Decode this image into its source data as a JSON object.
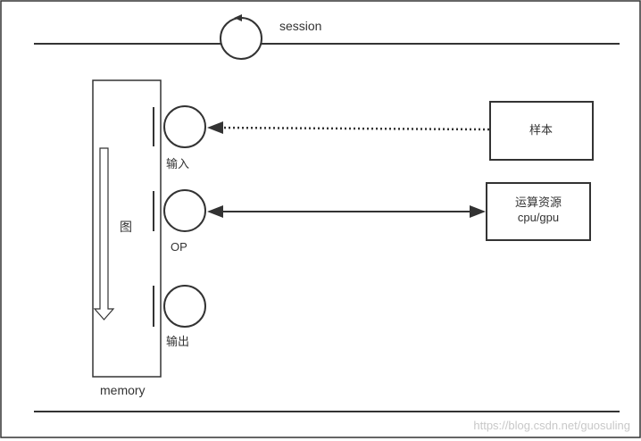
{
  "session_label": "session",
  "graph_label": "图",
  "memory_label": "memory",
  "nodes": {
    "input_label": "输入",
    "op_label": "OP",
    "output_label": "输出"
  },
  "sample_box_label": "样本",
  "compute_box": {
    "line1": "运算资源",
    "line2": "cpu/gpu"
  },
  "watermark": "https://blog.csdn.net/guosuling",
  "colors": {
    "stroke": "#333333",
    "background": "#ffffff",
    "watermark": "#c8c8c8"
  }
}
